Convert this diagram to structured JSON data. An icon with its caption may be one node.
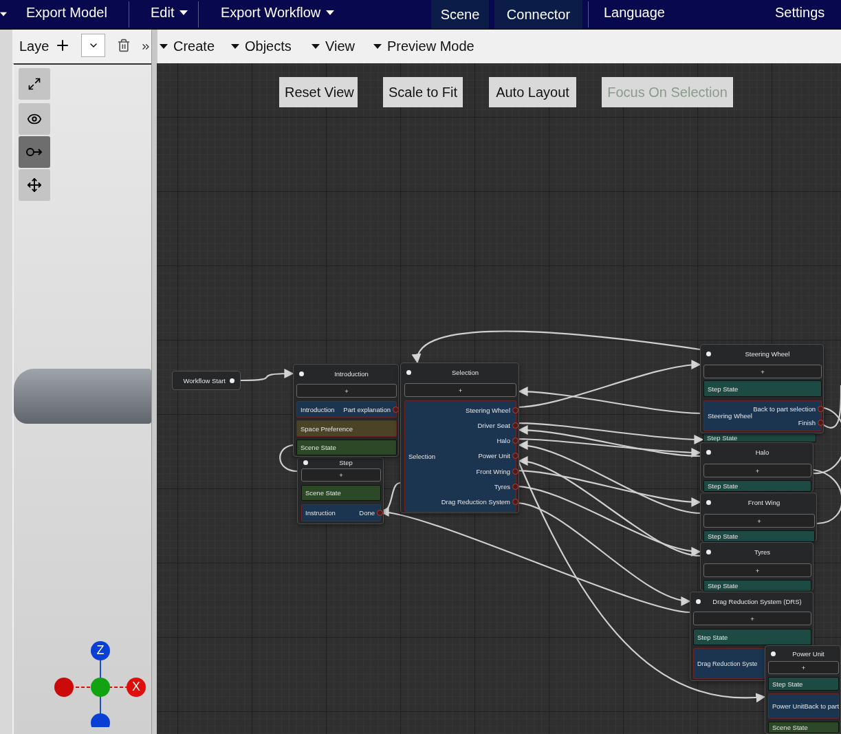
{
  "diagram": {
    "nodes": [
      {
        "text": [
          "Workflow Start"
        ]
      },
      {
        "text": [
          "Introduction"
        ]
      },
      {
        "text": [
          "+"
        ],
        "in": 1
      },
      {
        "text": [
          "Introduction",
          "Part explanation"
        ],
        "in": 1
      },
      {
        "text": [
          "Space Preference"
        ],
        "in": 1
      },
      {
        "text": [
          "Scene State"
        ],
        "in": 1
      },
      {
        "text": [
          "Step"
        ]
      },
      {
        "text": [
          "+"
        ],
        "in": 6
      },
      {
        "text": [
          "Scene State"
        ],
        "in": 6
      },
      {
        "text": [
          "Instruction",
          "Done"
        ],
        "in": 6
      },
      {
        "text": [
          "Selection"
        ]
      },
      {
        "text": [
          "+"
        ],
        "in": 10
      },
      {
        "text": [
          "Selection",
          "Steering Wheel",
          "Driver Seat",
          "Halo",
          "Power Unit",
          "Front Wring",
          "Tyres",
          "Drag Reduction System"
        ],
        "in": 10
      },
      {
        "text": [
          "Steering Wheel"
        ]
      },
      {
        "text": [
          "+"
        ],
        "in": 13
      },
      {
        "text": [
          "Step State"
        ],
        "in": 13
      },
      {
        "text": [
          "Steering Wheel",
          "Back to part selection",
          "Finish"
        ],
        "in": 13
      },
      {
        "text": [
          "Step State"
        ]
      },
      {
        "text": [
          "Halo"
        ]
      },
      {
        "text": [
          "+"
        ],
        "in": 18
      },
      {
        "text": [
          "Step State"
        ],
        "in": 18
      },
      {
        "text": [
          "Front Wing"
        ]
      },
      {
        "text": [
          "+"
        ],
        "in": 21
      },
      {
        "text": [
          "Step State"
        ],
        "in": 21
      },
      {
        "text": [
          "Tyres"
        ]
      },
      {
        "text": [
          "+"
        ],
        "in": 24
      },
      {
        "text": [
          "Step State"
        ],
        "in": 24
      },
      {
        "text": [
          "Drag Reduction System (DRS)"
        ]
      },
      {
        "text": [
          "+"
        ],
        "in": 27
      },
      {
        "text": [
          "Step State"
        ],
        "in": 27
      },
      {
        "text": [
          "Drag Reduction Syste"
        ],
        "in": 27
      },
      {
        "text": [
          "Power Unit"
        ]
      },
      {
        "text": [
          "+"
        ],
        "in": 31
      },
      {
        "text": [
          "Step State"
        ],
        "in": 31
      },
      {
        "text": [
          "Power Unit",
          "Back to part"
        ],
        "in": 31
      },
      {
        "text": [
          "Scene State"
        ],
        "in": 31
      }
    ],
    "edges": [
      {
        "from": 0,
        "to": 1,
        "arrow": "to"
      },
      {
        "from": 1,
        "to": 6,
        "arrow": "none"
      },
      {
        "from": 9,
        "to": 10,
        "arrow": "none"
      },
      {
        "from": 12,
        "to": 13,
        "arrow": "to"
      },
      {
        "from": 12,
        "to": 17,
        "arrow": "to"
      },
      {
        "from": 12,
        "to": 18,
        "arrow": "to"
      },
      {
        "from": 12,
        "to": 31,
        "arrow": "to"
      },
      {
        "from": 12,
        "to": 21,
        "arrow": "to"
      },
      {
        "from": 12,
        "to": 24,
        "arrow": "to"
      },
      {
        "from": 12,
        "to": 27,
        "arrow": "to"
      },
      {
        "from": 13,
        "to": 10,
        "arrow": "to"
      },
      {
        "from": 16,
        "to": 10,
        "arrow": "to"
      },
      {
        "from": 18,
        "to": 10,
        "arrow": "to"
      },
      {
        "from": 21,
        "to": 10,
        "arrow": "to"
      },
      {
        "from": 24,
        "to": 10,
        "arrow": "to"
      },
      {
        "from": 27,
        "to": 9,
        "arrow": "to"
      },
      {
        "from": 16,
        "to": 18,
        "arrow": "none"
      },
      {
        "from": 16,
        "to": null,
        "arrow": "none"
      },
      {
        "from": 18,
        "to": 21,
        "arrow": "none"
      }
    ],
    "labels": [
      "Export Model",
      "Edit",
      "Export Workflow",
      "Scene",
      "Connector",
      "Language",
      "Settings",
      "Laye",
      "Create",
      "Objects",
      "View",
      "Preview Mode",
      "Reset View",
      "Scale to Fit",
      "Auto Layout",
      "Focus On Selection",
      "Z",
      "X"
    ]
  }
}
